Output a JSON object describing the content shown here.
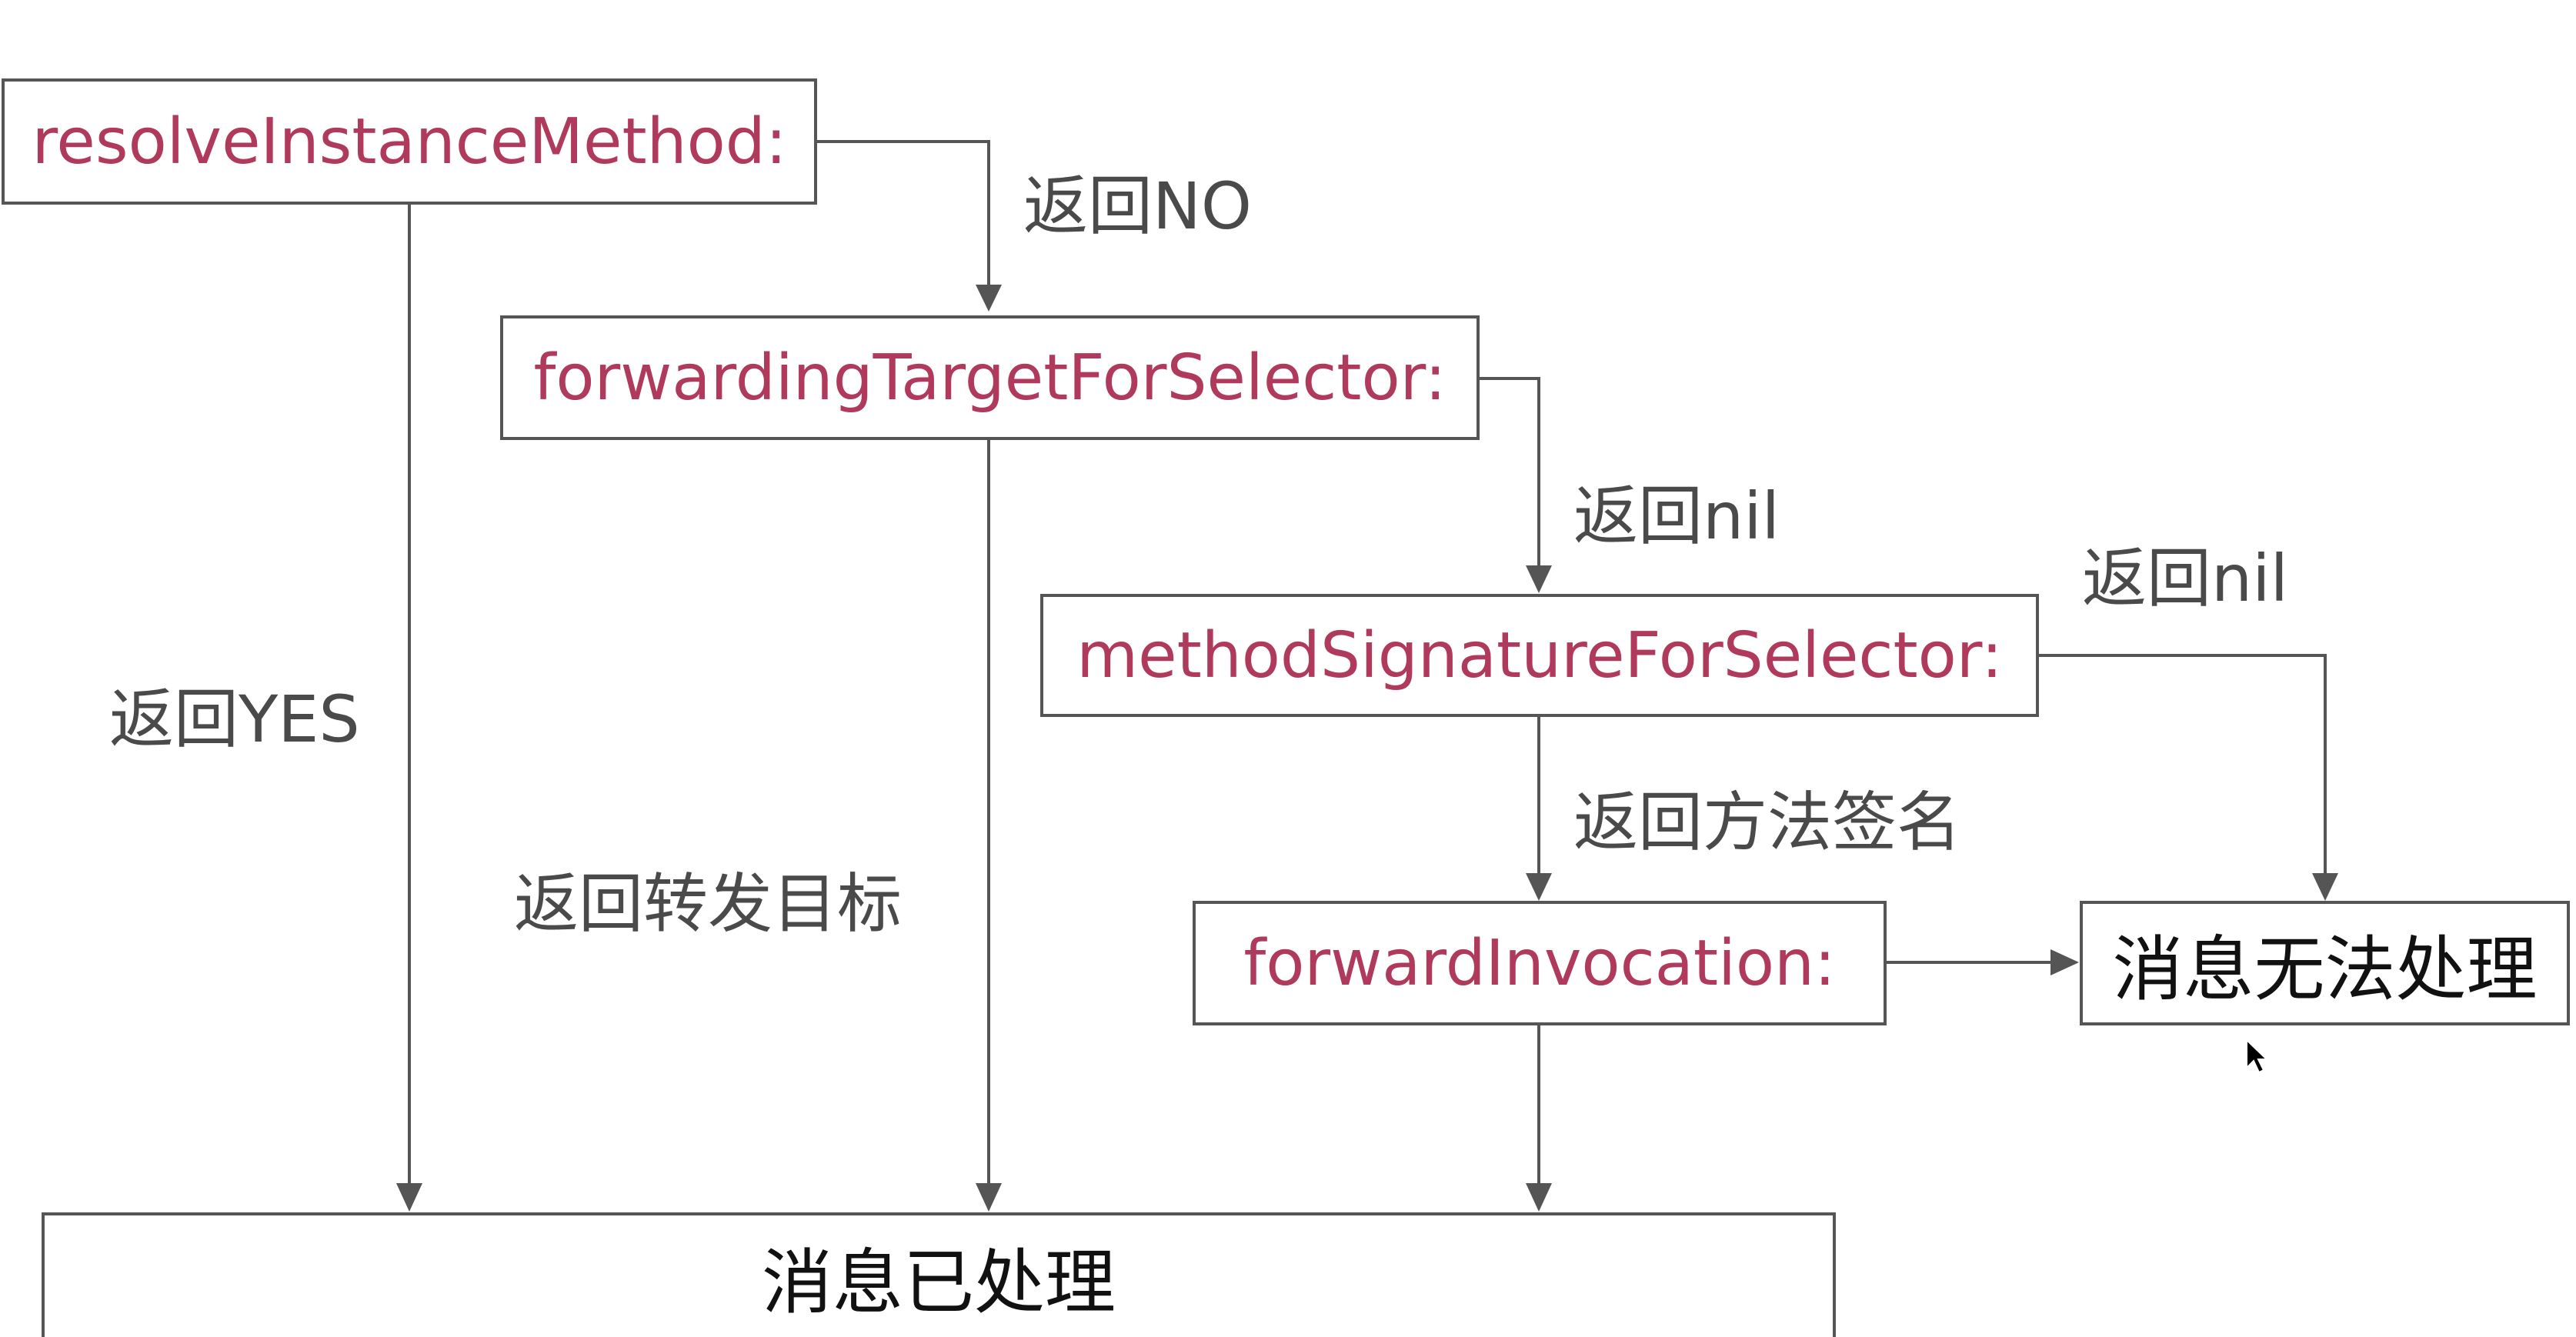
{
  "diagram": {
    "colors": {
      "method_text": "#b03a5b",
      "result_text": "#111111",
      "label_text": "#4a4a4a",
      "line": "#555555",
      "background": "#ffffff"
    },
    "nodes": {
      "resolve_instance_method": "resolveInstanceMethod:",
      "forwarding_target_for_selector": "forwardingTargetForSelector:",
      "method_signature_for_selector": "methodSignatureForSelector:",
      "forward_invocation": "forwardInvocation:",
      "message_handled": "消息已处理",
      "message_unhandled": "消息无法处理"
    },
    "edge_labels": {
      "return_no": "返回NO",
      "return_yes": "返回YES",
      "return_nil_target": "返回nil",
      "return_forward_target": "返回转发目标",
      "return_nil_signature": "返回nil",
      "return_method_signature": "返回方法签名"
    },
    "icons": {
      "cursor": "mouse-pointer-icon"
    }
  }
}
